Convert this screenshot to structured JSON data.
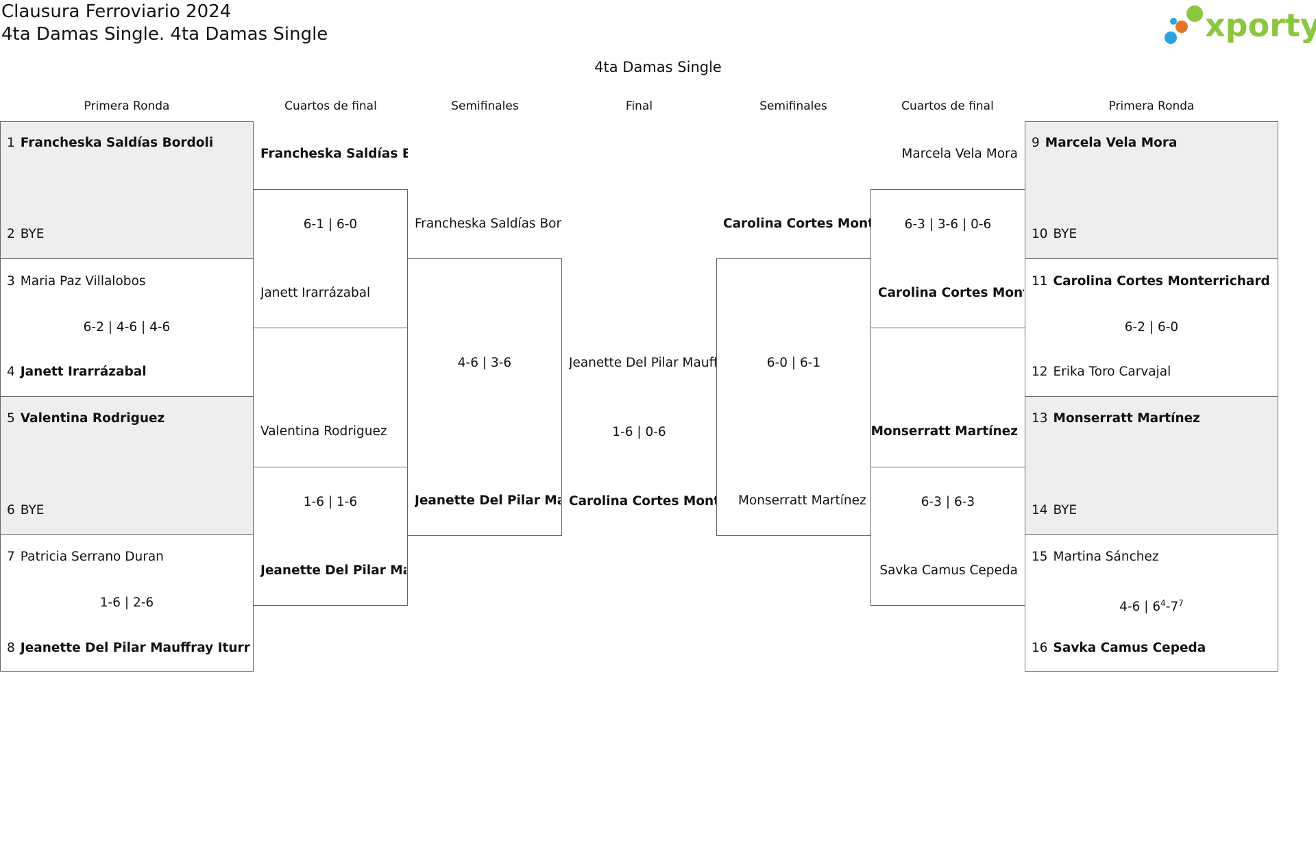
{
  "header": {
    "title": "Clausura Ferroviario 2024",
    "subtitle": "4ta Damas Single. 4ta Damas Single",
    "category": "4ta Damas Single"
  },
  "logo": {
    "text": "xporty",
    "dot_colors": [
      "#2aa3df",
      "#e8742a",
      "#8cc63f"
    ],
    "text_color": "#8cc63f"
  },
  "rounds": {
    "left_r1": "Primera Ronda",
    "left_qf": "Cuartos de final",
    "left_sf": "Semifinales",
    "final": "Final",
    "right_sf": "Semifinales",
    "right_qf": "Cuartos de final",
    "right_r1": "Primera Ronda"
  },
  "left_r1": [
    {
      "p1_seed": "1",
      "p1": "Francheska Saldías Bordoli",
      "p2_seed": "2",
      "p2": "BYE",
      "score": ""
    },
    {
      "p1_seed": "3",
      "p1": "Maria Paz Villalobos",
      "p2_seed": "4",
      "p2": "Janett Irarrázabal",
      "score": "6-2 | 4-6 | 4-6"
    },
    {
      "p1_seed": "5",
      "p1": "Valentina Rodriguez",
      "p2_seed": "6",
      "p2": "BYE",
      "score": ""
    },
    {
      "p1_seed": "7",
      "p1": "Patricia Serrano Duran",
      "p2_seed": "8",
      "p2": "Jeanette Del Pilar Mauffray Iturra",
      "score": "1-6 | 2-6"
    }
  ],
  "left_qf": [
    {
      "p1": "Francheska Saldías Bordoli",
      "p2": "Janett Irarrázabal",
      "score": "6-1 | 6-0"
    },
    {
      "p1": "Valentina Rodriguez",
      "p2": "Jeanette Del Pilar Mauffray Iturra",
      "score": "1-6 | 1-6"
    }
  ],
  "left_sf": {
    "p1": "Francheska Saldías Bordoli",
    "p2": "Jeanette Del Pilar Mauffray Iturra",
    "score": "4-6 | 3-6"
  },
  "final": {
    "p1": "Jeanette Del Pilar Mauffray Iturra",
    "p2": "Carolina Cortes Monterrichard",
    "score": "1-6 | 0-6"
  },
  "right_sf": {
    "p1": "Carolina Cortes Monterrichard",
    "p2": "Monserratt Martínez",
    "score": "6-0 | 6-1"
  },
  "right_qf": [
    {
      "p1": "Marcela Vela Mora",
      "p2": "Carolina Cortes Monterrichard",
      "score": "6-3 | 3-6 | 0-6"
    },
    {
      "p1": "Monserratt Martínez",
      "p2": "Savka Camus Cepeda",
      "score": "6-3 | 6-3"
    }
  ],
  "right_r1": [
    {
      "p1_seed": "9",
      "p1": "Marcela Vela Mora",
      "p2_seed": "10",
      "p2": "BYE",
      "score": ""
    },
    {
      "p1_seed": "11",
      "p1": "Carolina Cortes Monterrichard",
      "p2_seed": "12",
      "p2": "Erika Toro Carvajal",
      "score": "6-2 | 6-0"
    },
    {
      "p1_seed": "13",
      "p1": "Monserratt Martínez",
      "p2_seed": "14",
      "p2": "BYE",
      "score": ""
    },
    {
      "p1_seed": "15",
      "p1": "Martina Sánchez",
      "p2_seed": "16",
      "p2": "Savka Camus Cepeda",
      "score_a": "4-6 | 6",
      "score_sup1": "4",
      "score_b": "-7",
      "score_sup2": "7"
    }
  ]
}
